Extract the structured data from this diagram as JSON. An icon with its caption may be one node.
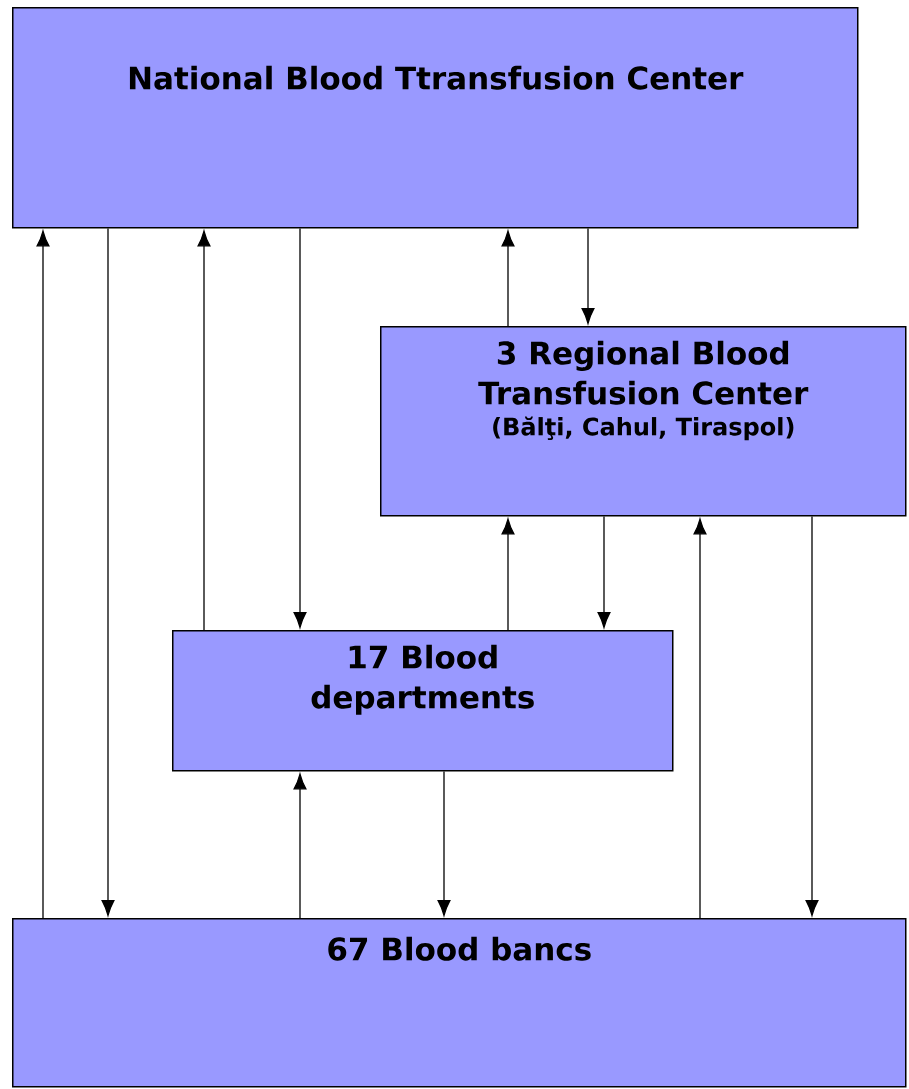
{
  "diagram": {
    "nodes": [
      {
        "text": [
          "National Blood Ttransfusion Center"
        ]
      },
      {
        "text": [
          "3 Regional Blood Transfusion Center",
          "(Bălţi, Cahul, Tiraspol)"
        ]
      },
      {
        "text": [
          "17 Blood departments"
        ]
      },
      {
        "text": [
          "67 Blood bancs"
        ]
      }
    ],
    "edges": [
      {
        "from": 3,
        "to": 0,
        "arrow": "to"
      },
      {
        "from": 0,
        "to": 3,
        "arrow": "to"
      },
      {
        "from": 2,
        "to": 0,
        "arrow": "to"
      },
      {
        "from": 0,
        "to": 2,
        "arrow": "to"
      },
      {
        "from": 1,
        "to": 0,
        "arrow": "to"
      },
      {
        "from": 0,
        "to": 1,
        "arrow": "to"
      },
      {
        "from": 2,
        "to": 1,
        "arrow": "to"
      },
      {
        "from": 1,
        "to": 2,
        "arrow": "to"
      },
      {
        "from": 3,
        "to": 1,
        "arrow": "to"
      },
      {
        "from": 1,
        "to": 3,
        "arrow": "to"
      },
      {
        "from": 3,
        "to": 2,
        "arrow": "to"
      },
      {
        "from": 2,
        "to": 3,
        "arrow": "to"
      }
    ]
  }
}
